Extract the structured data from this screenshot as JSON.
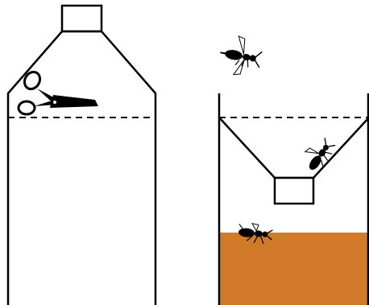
{
  "diagram": {
    "kind": "wasp-trap-illustration",
    "colors": {
      "background": "#ffffff",
      "stroke": "#000000",
      "bait": "#d17a29",
      "wasp": "#000000"
    },
    "steps": [
      {
        "id": "cut",
        "icon": "scissors-icon",
        "cut_line": "dashed"
      },
      {
        "id": "assembled",
        "icon": "wasp-icon",
        "bait_fill": "bait"
      }
    ]
  }
}
